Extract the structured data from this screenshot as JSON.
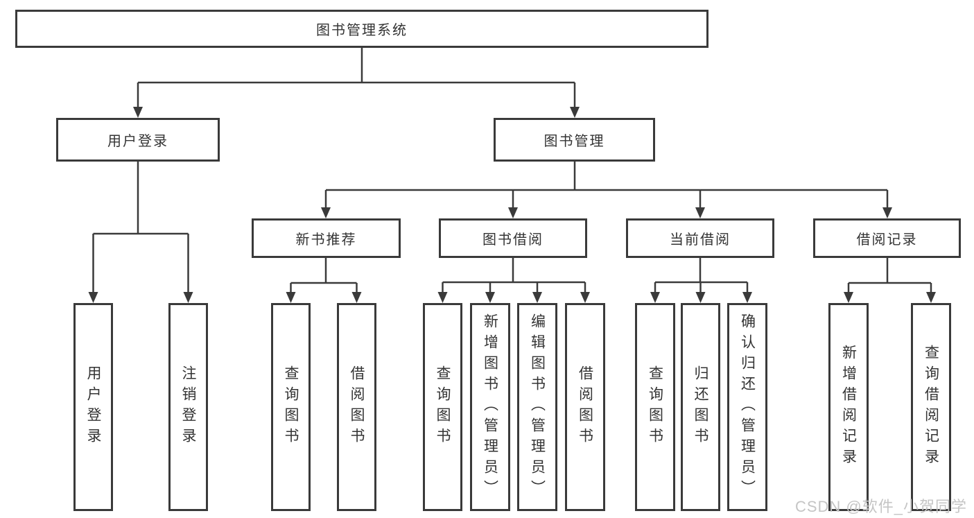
{
  "colors": {
    "line": "#3a3a3a",
    "box_border": "#3a3a3a",
    "text": "#333333",
    "watermark": "#c5c5c5",
    "background": "#ffffff"
  },
  "watermark": {
    "text": "CSDN @软件_小贺同学"
  },
  "nodes": {
    "root": {
      "label": "图书管理系统"
    },
    "login_group": {
      "label": "用户登录"
    },
    "book_mgmt": {
      "label": "图书管理"
    },
    "new_book_rec": {
      "label": "新书推荐"
    },
    "book_borrow": {
      "label": "图书借阅"
    },
    "current_borrow": {
      "label": "当前借阅"
    },
    "borrow_records": {
      "label": "借阅记录"
    },
    "user_login": {
      "label": "用户登录"
    },
    "logout": {
      "label": "注销登录"
    },
    "nbr_query": {
      "label": "查询图书"
    },
    "nbr_borrow": {
      "label": "借阅图书"
    },
    "bb_query": {
      "label": "查询图书"
    },
    "bb_add": {
      "label": "新增图书（管理员）"
    },
    "bb_edit": {
      "label": "编辑图书（管理员）"
    },
    "bb_borrow": {
      "label": "借阅图书"
    },
    "cb_query": {
      "label": "查询图书"
    },
    "cb_return": {
      "label": "归还图书"
    },
    "cb_confirm": {
      "label": "确认归还（管理员）"
    },
    "br_add": {
      "label": "新增借阅记录"
    },
    "br_query": {
      "label": "查询借阅记录"
    }
  }
}
